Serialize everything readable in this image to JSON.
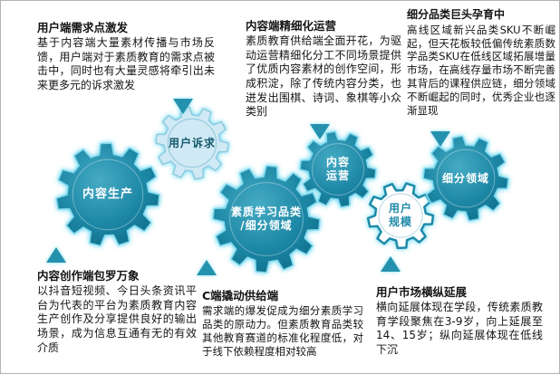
{
  "annotations": [
    {
      "id": "user-demand",
      "title": "用户端需求点激发",
      "body": "基于内容端大量素材传播与市场反馈，用户端对于素质教育的需求点被击中，同时也有大量灵感将牵引出未来更多元的诉求激发"
    },
    {
      "id": "content-refined-ops",
      "title": "内容端精细化运营",
      "body": "素质教育供给端全面开花，为驱动运营精细化分工不同场景提供了优质内容素材的创作空间，形成积淀，除了传统内容分类，也迸发出围棋、诗词、象棋等小众类别"
    },
    {
      "id": "segment-giants",
      "title": "细分品类巨头孕育中",
      "body": "高线区域新兴品类SKU不断崛起，但天花板较低偏传统素质数学品类SKU在低线区域拓展增量市场，在高线存量市场不断完善其背后的课程供应链，细分领域不断崛起的同时，优秀企业也逐渐显现"
    },
    {
      "id": "content-creation",
      "title": "内容创作端包罗万象",
      "body": "以抖音短视频、今日头条资讯平台为代表的平台为素质教育内容生产创作及分享提供良好的输出场景，成为信息互通有无的有效介质"
    },
    {
      "id": "c-side-leverage",
      "title": "C端撬动供给端",
      "body": "需求端的爆发促成为细分素质学习品类的原动力。但素质教育品类较其他教育赛道的标准化程度低，对于线下依赖程度相对较高"
    },
    {
      "id": "user-market",
      "title": "用户市场横纵延展",
      "body": "横向延展体现在学段，传统素质教育学段聚焦在3-9岁，向上延展至14、15岁；纵向延展体现在低线下沉"
    }
  ],
  "gears": [
    {
      "id": "content-production",
      "label": "内容生产"
    },
    {
      "id": "user-appeal",
      "label": "用户诉求"
    },
    {
      "id": "quality-learning-category",
      "label": "素质学习品类\n/细分领域"
    },
    {
      "id": "content-operation",
      "label": "内容\n运营"
    },
    {
      "id": "user-scale",
      "label": "用户\n规模"
    },
    {
      "id": "segment-field",
      "label": "细分领域"
    }
  ],
  "colors": {
    "gear_dark": "#0b6884",
    "gear_mid": "#1c87a5",
    "gear_light_fill": "#cfe9f5",
    "glow": "#52d3ef",
    "triangle": "#2492ae",
    "dark_text": "#145a6b"
  }
}
